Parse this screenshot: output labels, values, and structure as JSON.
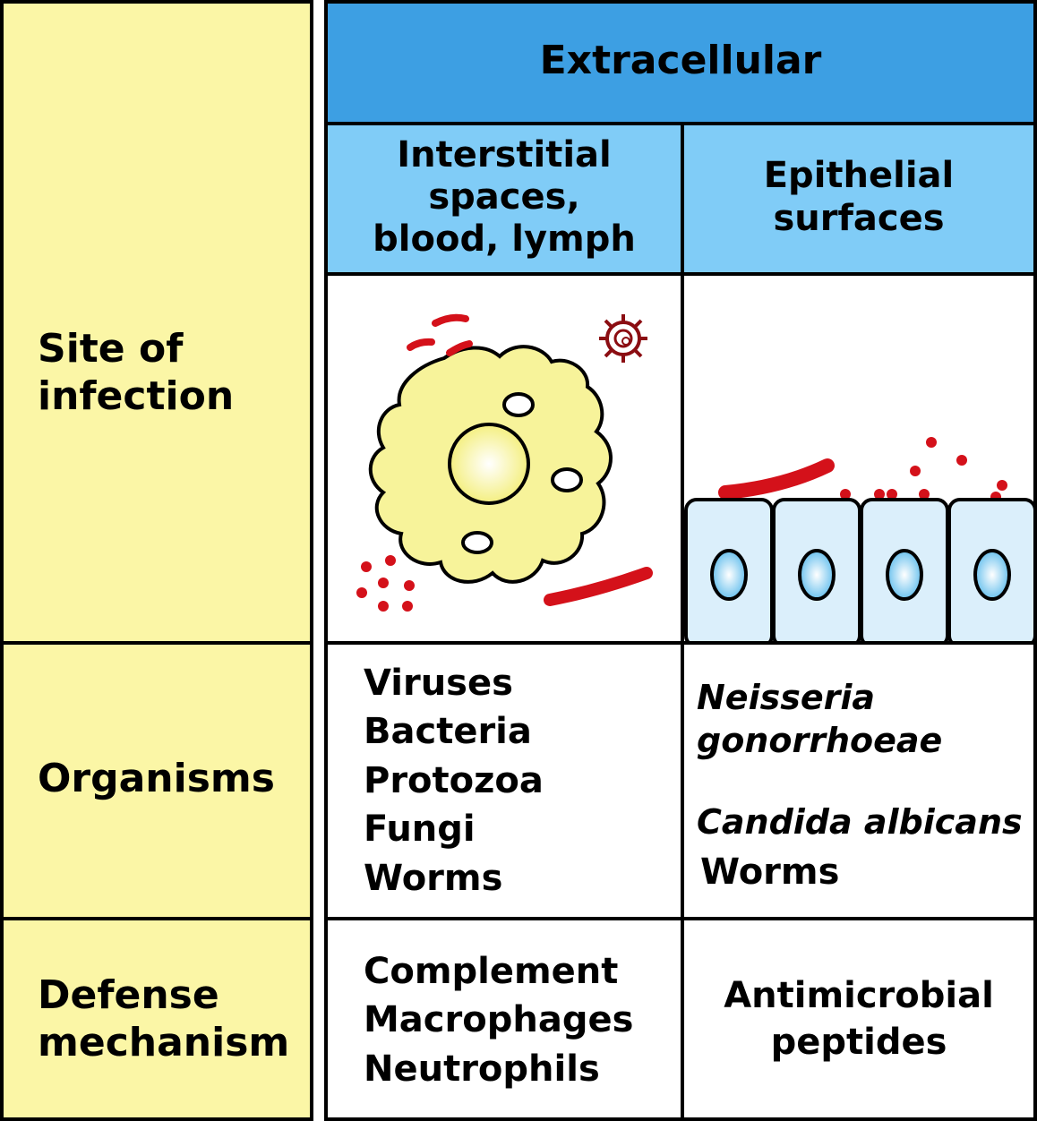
{
  "header": {
    "title": "Extracellular"
  },
  "subheaders": [
    {
      "lines": [
        "Interstitial",
        "spaces,",
        "blood, lymph"
      ]
    },
    {
      "lines": [
        "Epithelial",
        "surfaces"
      ]
    }
  ],
  "rows": [
    {
      "label_lines": [
        "Site of",
        "infection"
      ]
    },
    {
      "label_lines": [
        "Organisms"
      ]
    },
    {
      "label_lines": [
        "Defense",
        "mechanism"
      ]
    }
  ],
  "organisms": {
    "interstitial": [
      "Viruses",
      "Bacteria",
      "Protozoa",
      "Fungi",
      "Worms"
    ],
    "epithelial": {
      "italic_lines": [
        "Neisseria",
        "gonorrhoeae"
      ],
      "italic_line_2": "Candida albicans",
      "plain_line": "Worms"
    }
  },
  "defense": {
    "interstitial": [
      "Complement",
      "Macrophages",
      "Neutrophils"
    ],
    "epithelial": [
      "Antimicrobial",
      "peptides"
    ]
  },
  "colors": {
    "left_column": "#fbf6a6",
    "header": "#3d9fe3",
    "subheader": "#80ccf7",
    "macrophage": "#f7f39a",
    "bacteria": "#d4111a",
    "epithelial_cell": "#dbeffb"
  }
}
